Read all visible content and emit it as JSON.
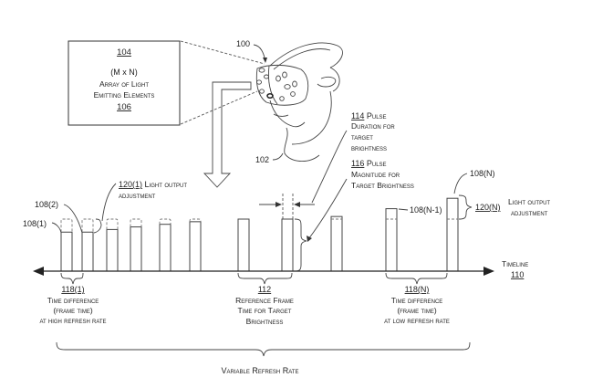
{
  "figure": {
    "array_box": {
      "ref": "104",
      "line1": "(M x N)",
      "line2": "Array of Light",
      "line3": "Emitting Elements",
      "ref2": "106"
    },
    "hmd_ref": "100",
    "head_ref": "102",
    "pulse_duration": {
      "ref": "114",
      "text1": " Pulse",
      "text2": "Duration for",
      "text3": "target",
      "text4": "brightness"
    },
    "pulse_magnitude": {
      "ref": "116",
      "text1": " Pulse",
      "text2": "Magnitude for",
      "text3": "Target Brightness"
    },
    "light_adj_1": {
      "ref": "120(1)",
      "text1": " Light output",
      "text2": "adjustment"
    },
    "light_adj_n": {
      "ref": "120(N)",
      "text1": "Light output",
      "text2": "adjustment"
    },
    "pulse_labels": {
      "first": "108(1)",
      "second": "108(2)",
      "n_minus_1": "108(N-1)",
      "n": "108(N)"
    },
    "timeline": {
      "label": "Timeline",
      "ref": "110"
    },
    "time_diff_high": {
      "ref": "118(1)",
      "line1": "Time difference",
      "line2": "(frame time)",
      "line3": "at high refresh rate"
    },
    "reference_frame": {
      "ref": "112",
      "line1": "Reference Frame",
      "line2": "Time for Target",
      "line3": "Brightness"
    },
    "time_diff_low": {
      "ref": "118(N)",
      "line1": "Time difference",
      "line2": "(frame time)",
      "line3": "at low refresh rate"
    },
    "variable_refresh": "Variable Refresh Rate"
  },
  "pulses": [
    {
      "id": "108(1)",
      "target_level": 1.0,
      "actual_level": 0.75,
      "kind": "reduced"
    },
    {
      "id": "108(2)",
      "target_level": 1.0,
      "actual_level": 0.75,
      "kind": "reduced"
    },
    {
      "id": "p3",
      "target_level": 1.0,
      "actual_level": 0.8,
      "kind": "reduced"
    },
    {
      "id": "p4",
      "target_level": 1.0,
      "actual_level": 0.85,
      "kind": "reduced"
    },
    {
      "id": "p5",
      "target_level": 1.0,
      "actual_level": 0.9,
      "kind": "reduced"
    },
    {
      "id": "p6",
      "target_level": 1.0,
      "actual_level": 0.95,
      "kind": "reduced"
    },
    {
      "id": "ref-a",
      "target_level": 1.0,
      "actual_level": 1.0,
      "kind": "reference"
    },
    {
      "id": "ref-b",
      "target_level": 1.0,
      "actual_level": 1.0,
      "kind": "reference"
    },
    {
      "id": "p9",
      "target_level": 1.0,
      "actual_level": 1.05,
      "kind": "boosted"
    },
    {
      "id": "108(N-1)",
      "target_level": 1.0,
      "actual_level": 1.2,
      "kind": "boosted"
    },
    {
      "id": "108(N)",
      "target_level": 1.0,
      "actual_level": 1.4,
      "kind": "boosted"
    }
  ]
}
